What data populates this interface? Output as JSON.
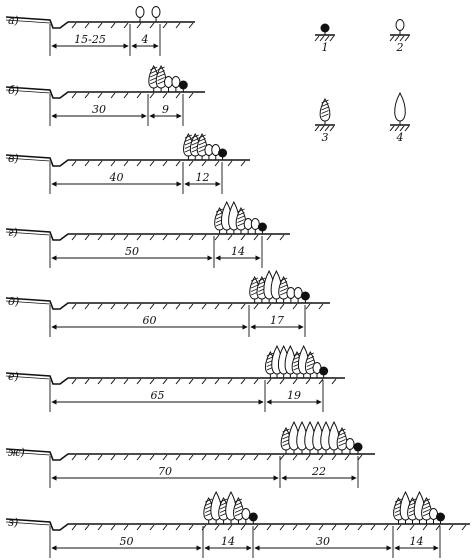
{
  "legend": [
    {
      "id": "1",
      "label": "1",
      "icon": "round-dark-shrub-icon"
    },
    {
      "id": "2",
      "label": "2",
      "icon": "round-light-tree-icon"
    },
    {
      "id": "3",
      "label": "3",
      "icon": "hatched-conifer-icon"
    },
    {
      "id": "4",
      "label": "4",
      "icon": "tall-light-tree-icon"
    }
  ],
  "rows": [
    {
      "label": "а)",
      "segments": [
        "15-25",
        "4"
      ],
      "plants": [
        "2",
        "2"
      ]
    },
    {
      "label": "б)",
      "segments": [
        "30",
        "9"
      ],
      "plants": [
        "3",
        "3",
        "2",
        "2",
        "1"
      ]
    },
    {
      "label": "в)",
      "segments": [
        "40",
        "12"
      ],
      "plants": [
        "3",
        "3",
        "3",
        "2",
        "2",
        "1"
      ]
    },
    {
      "label": "г)",
      "segments": [
        "50",
        "14"
      ],
      "plants": [
        "3",
        "4",
        "4",
        "3",
        "2",
        "2",
        "1"
      ]
    },
    {
      "label": "д)",
      "segments": [
        "60",
        "17"
      ],
      "plants": [
        "3",
        "3",
        "4",
        "4",
        "3",
        "2",
        "2",
        "1"
      ]
    },
    {
      "label": "е)",
      "segments": [
        "65",
        "19"
      ],
      "plants": [
        "3",
        "4",
        "4",
        "4",
        "3",
        "4",
        "3",
        "2",
        "1"
      ]
    },
    {
      "label": "ж)",
      "segments": [
        "70",
        "22"
      ],
      "plants": [
        "3",
        "4",
        "4",
        "4",
        "4",
        "4",
        "4",
        "3",
        "2",
        "1"
      ]
    },
    {
      "label": "з)",
      "segments": [
        "50",
        "14",
        "30",
        "14"
      ],
      "plants": [
        "3",
        "4",
        "3",
        "4",
        "3",
        "2",
        "1"
      ],
      "plants2": [
        "3",
        "4",
        "3",
        "4",
        "3",
        "2",
        "1"
      ]
    }
  ]
}
